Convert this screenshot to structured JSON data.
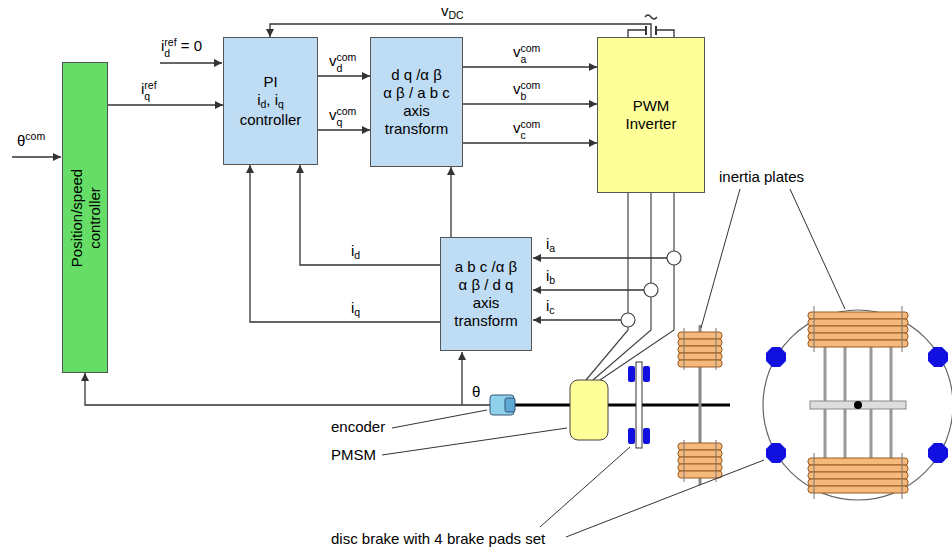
{
  "diagram": {
    "nodes": [
      {
        "text": [
          "Position/speed controller"
        ]
      },
      {
        "text": [
          "PI",
          "id, iq controller"
        ]
      },
      {
        "text": [
          "d q /α β α β / a b c axis transform"
        ]
      },
      {
        "text": [
          "PWM Inverter"
        ]
      },
      {
        "text": [
          "a b c /α β α β / d q axis transform"
        ]
      }
    ],
    "edges": [
      {
        "from": 0,
        "to": 1,
        "arrow": "to",
        "label": "iqref"
      },
      {
        "from": 3,
        "to": 1,
        "arrow": "to",
        "label": "vDC"
      },
      {
        "from": 1,
        "to": 2,
        "arrow": "to",
        "label": "vdcom"
      },
      {
        "from": 1,
        "to": 2,
        "arrow": "to",
        "label": "vqcom"
      },
      {
        "from": 2,
        "to": 3,
        "arrow": "to",
        "label": "vacom"
      },
      {
        "from": 2,
        "to": 3,
        "arrow": "to",
        "label": "vbcom"
      },
      {
        "from": 2,
        "to": 3,
        "arrow": "to",
        "label": "vccom"
      },
      {
        "from": 4,
        "to": 1,
        "arrow": "to",
        "label": "id"
      },
      {
        "from": 4,
        "to": 1,
        "arrow": "to",
        "label": "iq"
      },
      {
        "from": 4,
        "to": 2,
        "arrow": "to"
      }
    ],
    "labels": [
      "θcom",
      "idref = 0",
      "ia",
      "ib",
      "ic",
      "θ",
      "encoder",
      "PMSM",
      "disc brake with 4 brake pads set",
      "inertia plates"
    ]
  }
}
